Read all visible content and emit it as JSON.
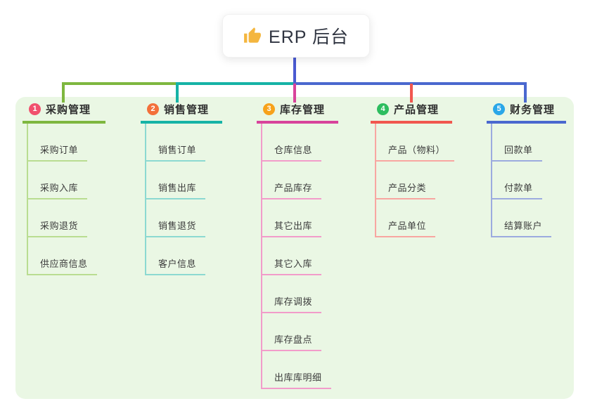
{
  "root": {
    "label": "ERP 后台",
    "icon": "thumbs-up-icon",
    "icon_color": "#f4b63f"
  },
  "connector_color": "#4a5ad1",
  "panel_bg": "#eaf7e4",
  "branches": [
    {
      "badge": "1",
      "badge_color": "#f1506d",
      "line_color": "#7eb73f",
      "child_line_color": "#b9dd91",
      "title": "采购管理",
      "children": [
        "采购订单",
        "采购入库",
        "采购退货",
        "供应商信息"
      ]
    },
    {
      "badge": "2",
      "badge_color": "#f3703a",
      "line_color": "#16b3a6",
      "child_line_color": "#8cd9d1",
      "title": "销售管理",
      "children": [
        "销售订单",
        "销售出库",
        "销售退货",
        "客户信息"
      ]
    },
    {
      "badge": "3",
      "badge_color": "#f7a21b",
      "line_color": "#d8439b",
      "child_line_color": "#f29cca",
      "title": "库存管理",
      "children": [
        "仓库信息",
        "产品库存",
        "其它出库",
        "其它入库",
        "库存调拨",
        "库存盘点",
        "出库库明细"
      ]
    },
    {
      "badge": "4",
      "badge_color": "#2dbd5f",
      "line_color": "#f1574f",
      "child_line_color": "#f8a6a1",
      "title": "产品管理",
      "children": [
        "产品（物料）",
        "产品分类",
        "产品单位"
      ]
    },
    {
      "badge": "5",
      "badge_color": "#2aa7e8",
      "line_color": "#4a68cf",
      "child_line_color": "#9cabdf",
      "title": "财务管理",
      "children": [
        "回款单",
        "付款单",
        "结算账户"
      ]
    }
  ]
}
